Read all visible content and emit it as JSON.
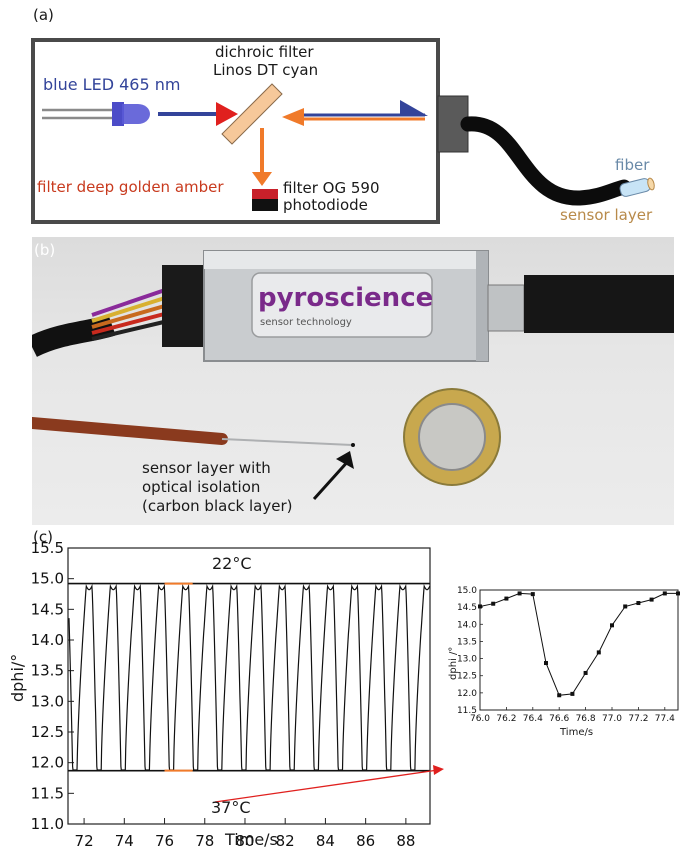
{
  "panel_a": {
    "label": "(a)",
    "filter_top": "dichroic filter",
    "filter_bottom": "Linos DT cyan",
    "led": "blue LED 465 nm",
    "amber": "filter deep golden amber",
    "og590": "filter OG 590",
    "photodiode": "photodiode",
    "fiber": "fiber",
    "sensor_layer": "sensor layer",
    "colors": {
      "blue": "#33449a",
      "red": "#c83a1e",
      "orange": "#f07a2a",
      "filter": "#f6c89a"
    }
  },
  "panel_b": {
    "label": "(b)",
    "brand": "pyroscience",
    "brand_sub": "sensor technology",
    "annot_1": "sensor layer with",
    "annot_2": "optical isolation",
    "annot_3": "(carbon black layer)"
  },
  "panel_c": {
    "label": "(c)",
    "temp_high": "22°C",
    "temp_low": "37°C"
  },
  "chart_data": [
    {
      "type": "line",
      "xlabel": "Time/s",
      "ylabel": "dphi/°",
      "xlim": [
        71.2,
        89.2
      ],
      "ylim": [
        11.0,
        15.5
      ],
      "xticks": [
        "72",
        "74",
        "76",
        "78",
        "80",
        "82",
        "84",
        "86",
        "88"
      ],
      "yticks": [
        "11.0",
        "11.5",
        "12.0",
        "12.5",
        "13.0",
        "13.5",
        "14.0",
        "14.5",
        "15.0",
        "15.5"
      ],
      "reference_lines": [
        14.92,
        11.87
      ],
      "period": 1.2,
      "series_max": 14.88,
      "series_min": 11.88,
      "highlight_range": [
        76.0,
        77.4
      ]
    },
    {
      "type": "line",
      "xlabel": "Time/s",
      "ylabel": "dphi /°",
      "xlim": [
        76.0,
        77.5
      ],
      "ylim": [
        11.5,
        15.0
      ],
      "xticks": [
        "76.0",
        "76.2",
        "76.4",
        "76.6",
        "76.8",
        "77.0",
        "77.2",
        "77.4"
      ],
      "yticks": [
        "11.5",
        "12.0",
        "12.5",
        "13.0",
        "13.5",
        "14.0",
        "14.5",
        "15.0"
      ],
      "x": [
        76.0,
        76.1,
        76.2,
        76.3,
        76.4,
        76.5,
        76.6,
        76.7,
        76.8,
        76.9,
        77.0,
        77.1,
        77.2,
        77.3,
        77.4,
        77.5
      ],
      "y": [
        14.52,
        14.6,
        14.75,
        14.9,
        14.88,
        12.87,
        11.93,
        11.97,
        12.58,
        13.18,
        13.97,
        14.52,
        14.62,
        14.72,
        14.9,
        14.9
      ]
    }
  ]
}
